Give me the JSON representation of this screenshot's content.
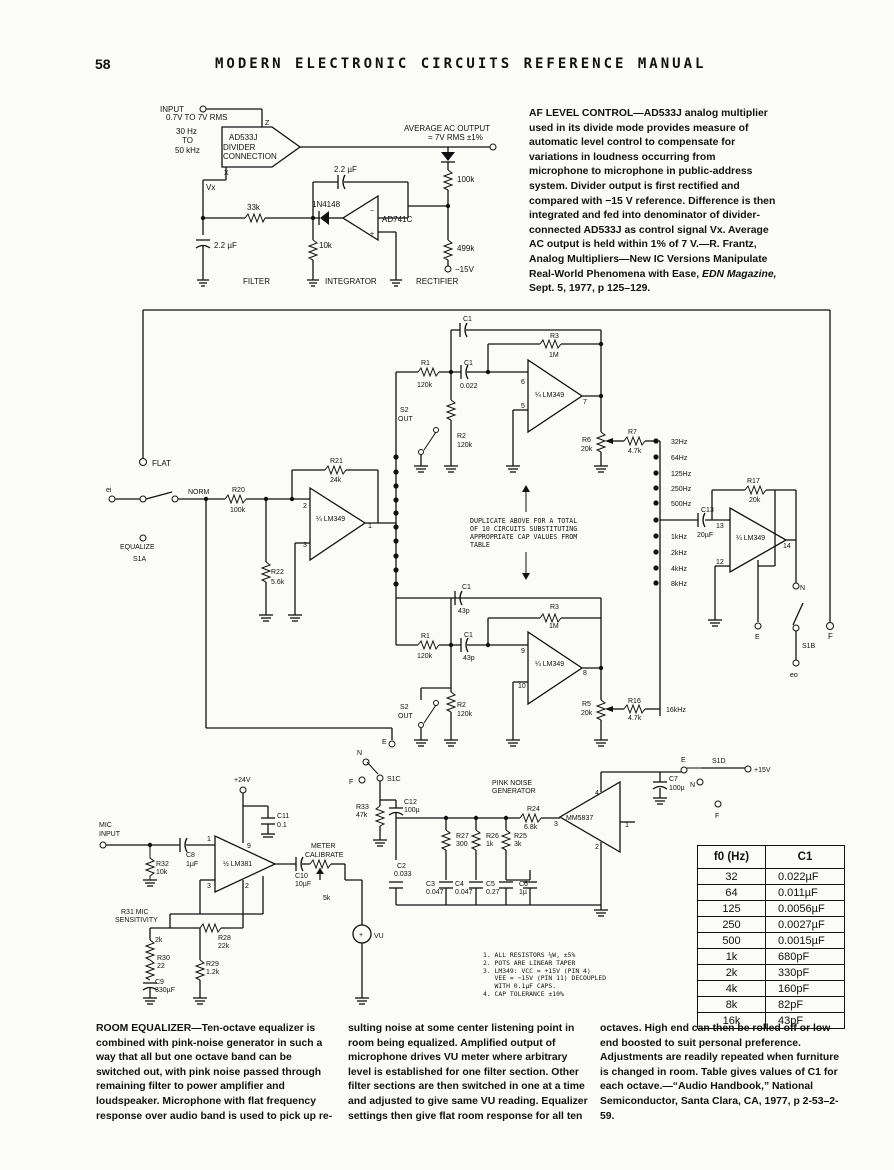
{
  "header": {
    "page_number": "58",
    "book_title": "MODERN ELECTRONIC CIRCUITS REFERENCE MANUAL"
  },
  "af_level_control": {
    "labels": {
      "input": "INPUT",
      "input_range": "0.7V TO 7V RMS",
      "freq_range_1": "30 Hz",
      "freq_range_2": "TO",
      "freq_range_3": "50 kHz",
      "divider_1": "AD533J",
      "divider_2": "DIVIDER",
      "divider_3": "CONNECTION",
      "pin_z": "Z",
      "pin_x": "X",
      "avg_out_1": "AVERAGE AC OUTPUT",
      "avg_out_2": "= 7V RMS ±1%",
      "c_22uf": "2.2 µF",
      "r_100k": "100k",
      "vx": "Vx",
      "r_33k": "33k",
      "diode": "1N4148",
      "opamp": "AD741C",
      "c_filter": "2.2 µF",
      "r_10k": "10k",
      "r_499k": "499k",
      "neg15v": "−15V",
      "filter": "FILTER",
      "integrator": "INTEGRATOR",
      "rectifier": "RECTIFIER"
    },
    "caption": {
      "title": "AF LEVEL CONTROL—",
      "body": "AD533J analog multiplier used in its divide mode provides measure of automatic level control to compensate for variations in loudness occurring from microphone to microphone in public-address system. Divider output is first rectified and compared with −15 V reference. Difference is then integrated and fed into denominator of divider-connected AD533J as control signal Vx. Average AC output is held within 1% of 7 V.—R. Frantz, Analog Multipliers—New IC Versions Manipulate Real-World Phenomena with Ease, ",
      "italic": "EDN Magazine,",
      "tail": " Sept. 5, 1977, p 125–129."
    }
  },
  "equalizer": {
    "labels": {
      "flat": "FLAT",
      "ei": "ei",
      "norm": "NORM",
      "equalize": "EQUALIZE",
      "s1a": "S1A",
      "r20": "R20",
      "r20v": "100k",
      "r21": "R21",
      "r21v": "24k",
      "r22": "R22",
      "r22v": "5.6k",
      "lm349": "¼ LM349",
      "c1": "C1",
      "c1v_top": "0.022",
      "c1v_bot": "43p",
      "r1": "R1",
      "r1v": "120k",
      "r2": "R2",
      "r2v": "120k",
      "r3": "R3",
      "r3v": "1M",
      "s2": "S2",
      "out": "OUT",
      "r6": "R6",
      "r6v": "20k",
      "r7": "R7",
      "r7v": "4.7k",
      "r5": "R5",
      "r5v": "20k",
      "r16": "R16",
      "r16v": "4.7k",
      "hz_16k": "16kHz",
      "r17": "R17",
      "r17v": "20k",
      "c13": "C13",
      "c13v": "20µF",
      "duplicate_1": "DUPLICATE ABOVE FOR A TOTAL",
      "duplicate_2": "OF 10 CIRCUITS SUBSTITUTING",
      "duplicate_3": "APPROPRIATE CAP VALUES FROM",
      "duplicate_4": "TABLE",
      "s1b": "S1B",
      "eo": "eo",
      "e": "E",
      "f": "F",
      "n": "N",
      "pin_6": "6",
      "pin_5": "5",
      "pin_7": "7",
      "pin_2": "2",
      "pin_3": "3",
      "pin_1": "1",
      "pin_9": "9",
      "pin_10": "10",
      "pin_8": "8",
      "pin_13": "13",
      "pin_12": "12",
      "pin_14": "14"
    },
    "octave_bands": [
      "32Hz",
      "64Hz",
      "125Hz",
      "250Hz",
      "500Hz",
      "1kHz",
      "2kHz",
      "4kHz",
      "8kHz"
    ]
  },
  "pink_noise": {
    "labels": {
      "plus24v": "+24V",
      "mic_input_1": "MIC",
      "mic_input_2": "INPUT",
      "c8": "C8",
      "c8v": "1µF",
      "r32": "R32",
      "r32v": "10k",
      "lm381": "½ LM381",
      "c11": "C11",
      "c11v": "0.1",
      "meter_1": "METER",
      "meter_2": "CALIBRATE",
      "c10": "C10",
      "c10v": "10µF",
      "r5k": "5k",
      "vu": "VU",
      "r31": "R31 MIC",
      "sensitivity": "SENSITIVITY",
      "r2k": "2k",
      "r30": "R30",
      "r30v": "22",
      "r28": "R28",
      "r28v": "22k",
      "r29": "R29",
      "r29v": "1.2k",
      "c9": "C9",
      "c9v": "330µF",
      "s1c": "S1C",
      "r33": "R33",
      "r33v": "47k",
      "c12": "C12",
      "c12v": "100µ",
      "pink_1": "PINK NOISE",
      "pink_2": "GENERATOR",
      "r24": "R24",
      "r24v": "6.8k",
      "r27": "R27",
      "r27v": "300",
      "r26": "R26",
      "r26v": "1k",
      "r25": "R25",
      "r25v": "3k",
      "c2": "C2",
      "c2v": "0.033",
      "c3": "C3",
      "c3v": "0.047",
      "c4": "C4",
      "c4v": "0.047",
      "c5": "C5",
      "c5v": "0.27",
      "c6": "C6",
      "c6v": "1µ",
      "mm5837": "MM5837",
      "c7": "C7",
      "c7v": "100µ",
      "s1d": "S1D",
      "plus15v": "+15V"
    }
  },
  "notes": [
    "1. ALL RESISTORS ¼W, ±5%",
    "2. POTS ARE LINEAR TAPER",
    "3. LM349: VCC = +15V (PIN 4)",
    "   VEE = −15V (PIN 11) DECOUPLED",
    "   WITH 0.1µF CAPS.",
    "4. CAP TOLERANCE ±10%"
  ],
  "cap_table": {
    "header_f": "f0 (Hz)",
    "header_c": "C1",
    "rows": [
      {
        "f": "32",
        "c": "0.022µF"
      },
      {
        "f": "64",
        "c": "0.011µF"
      },
      {
        "f": "125",
        "c": "0.0056µF"
      },
      {
        "f": "250",
        "c": "0.0027µF"
      },
      {
        "f": "500",
        "c": "0.0015µF"
      },
      {
        "f": "1k",
        "c": "680pF"
      },
      {
        "f": "2k",
        "c": "330pF"
      },
      {
        "f": "4k",
        "c": "160pF"
      },
      {
        "f": "8k",
        "c": "82pF"
      },
      {
        "f": "16k",
        "c": "43pF"
      }
    ]
  },
  "room_equalizer_caption": {
    "title": "ROOM EQUALIZER—",
    "col1": "Ten-octave equalizer is combined with pink-noise generator in such a way that all but one octave band can be switched out, with pink noise passed through remaining filter to power amplifier and loudspeaker. Microphone with flat frequency response over audio band is used to pick up re-",
    "col2": "sulting noise at some center listening point in room being equalized. Amplified output of microphone drives VU meter where arbitrary level is established for one filter section. Other filter sections are then switched in one at a time and adjusted to give same VU reading. Equalizer settings then give flat room response for all ten",
    "col3": "octaves. High end can then be rolled off or low end boosted to suit personal preference. Adjustments are readily repeated when furniture is changed in room. Table gives values of C1 for each octave.—“Audio Handbook,” National Semiconductor, Santa Clara, CA, 1977, p 2-53–2-59."
  }
}
